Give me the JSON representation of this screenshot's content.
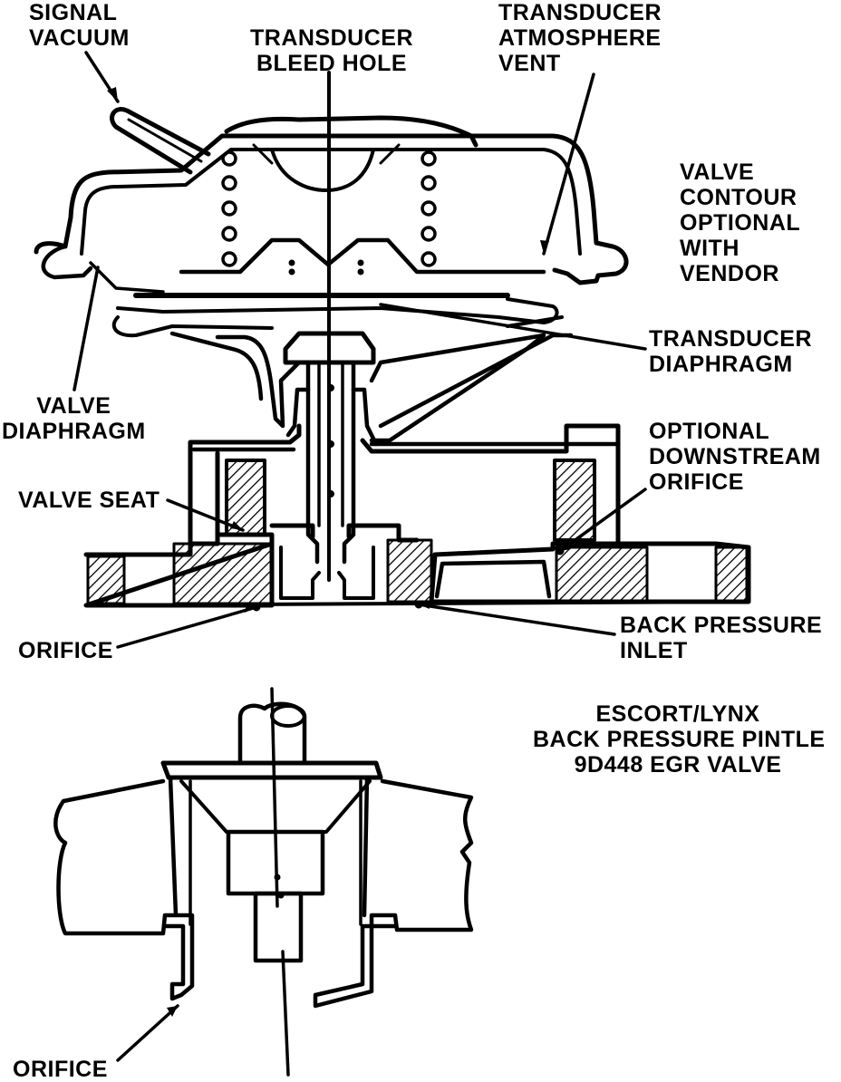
{
  "labels": {
    "signal_vacuum": "SIGNAL\nVACUUM",
    "transducer_bleed_hole": "TRANSDUCER\nBLEED HOLE",
    "transducer_atmosphere_vent": "TRANSDUCER\nATMOSPHERE\nVENT",
    "valve_contour": "VALVE\nCONTOUR\nOPTIONAL\nWITH\nVENDOR",
    "transducer_diaphragm": "TRANSDUCER\nDIAPHRAGM",
    "valve_diaphragm": "VALVE\nDIAPHRAGM",
    "optional_downstream_orifice": "OPTIONAL\nDOWNSTREAM\nORIFICE",
    "valve_seat": "VALVE SEAT",
    "orifice_top": "ORIFICE",
    "back_pressure_inlet": "BACK PRESSURE\nINLET",
    "orifice_bottom": "ORIFICE"
  },
  "caption": {
    "line1": "ESCORT/LYNX",
    "line2": "BACK PRESSURE PINTLE",
    "line3": "9D448 EGR VALVE"
  },
  "colors": {
    "ink": "#000000",
    "paper": "#ffffff"
  }
}
